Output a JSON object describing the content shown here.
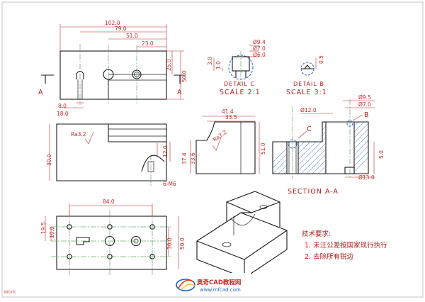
{
  "dimensions": {
    "d102": "102.0",
    "d79": "79.0",
    "d51": "51.0",
    "d23": "23.0",
    "d25": "25.0",
    "d50": "50.0",
    "d8": "8.0",
    "d18": "18.0",
    "d30": "30.0",
    "d12": "12.0",
    "tap": "6-M6",
    "ra32a": "Ra3.2",
    "d41_4": "41.4",
    "d33_5": "33.5",
    "d37_4": "37.4",
    "d33_6": "33.6",
    "d51b": "51.0",
    "ra32b": "Ra3.2",
    "d9_5": "Ø9.5",
    "d7": "Ø7.0",
    "d12b": "Ø12.0",
    "d5": "5.0",
    "d13": "Ø13.0",
    "d9_4": "Ø9.4",
    "d7b": "Ø7.0",
    "d6": "Ø6.0",
    "d3": "3.0",
    "d1": "1.0",
    "d0_5": "0.5",
    "d84": "84.0",
    "d19_5": "19.5",
    "d10": "10.0",
    "d30b": "30.0",
    "d50b": "50.0"
  },
  "labels": {
    "cut_a_left": "A",
    "cut_a_right": "A",
    "detail_c_title": "DETAIL C",
    "detail_c_scale": "SCALE 2:1",
    "detail_b_title": "DETAIL B",
    "detail_b_scale": "SCALE 3:1",
    "section_title": "SECTION A-A",
    "callout_b": "B",
    "callout_c": "C"
  },
  "notes": {
    "title": "技术要求:",
    "item1": "1. 未注公差按国家现行执行",
    "item2": "2. 去除所有锐边"
  },
  "watermark": {
    "brand": "奥奇CAD教程网",
    "url": "www.mfcad.com",
    "corner": "Work"
  },
  "colors": {
    "dimension": "#c62828",
    "centerline": "#2e7d32",
    "hatch": "#1565c0",
    "outline": "#1a1a1a"
  }
}
